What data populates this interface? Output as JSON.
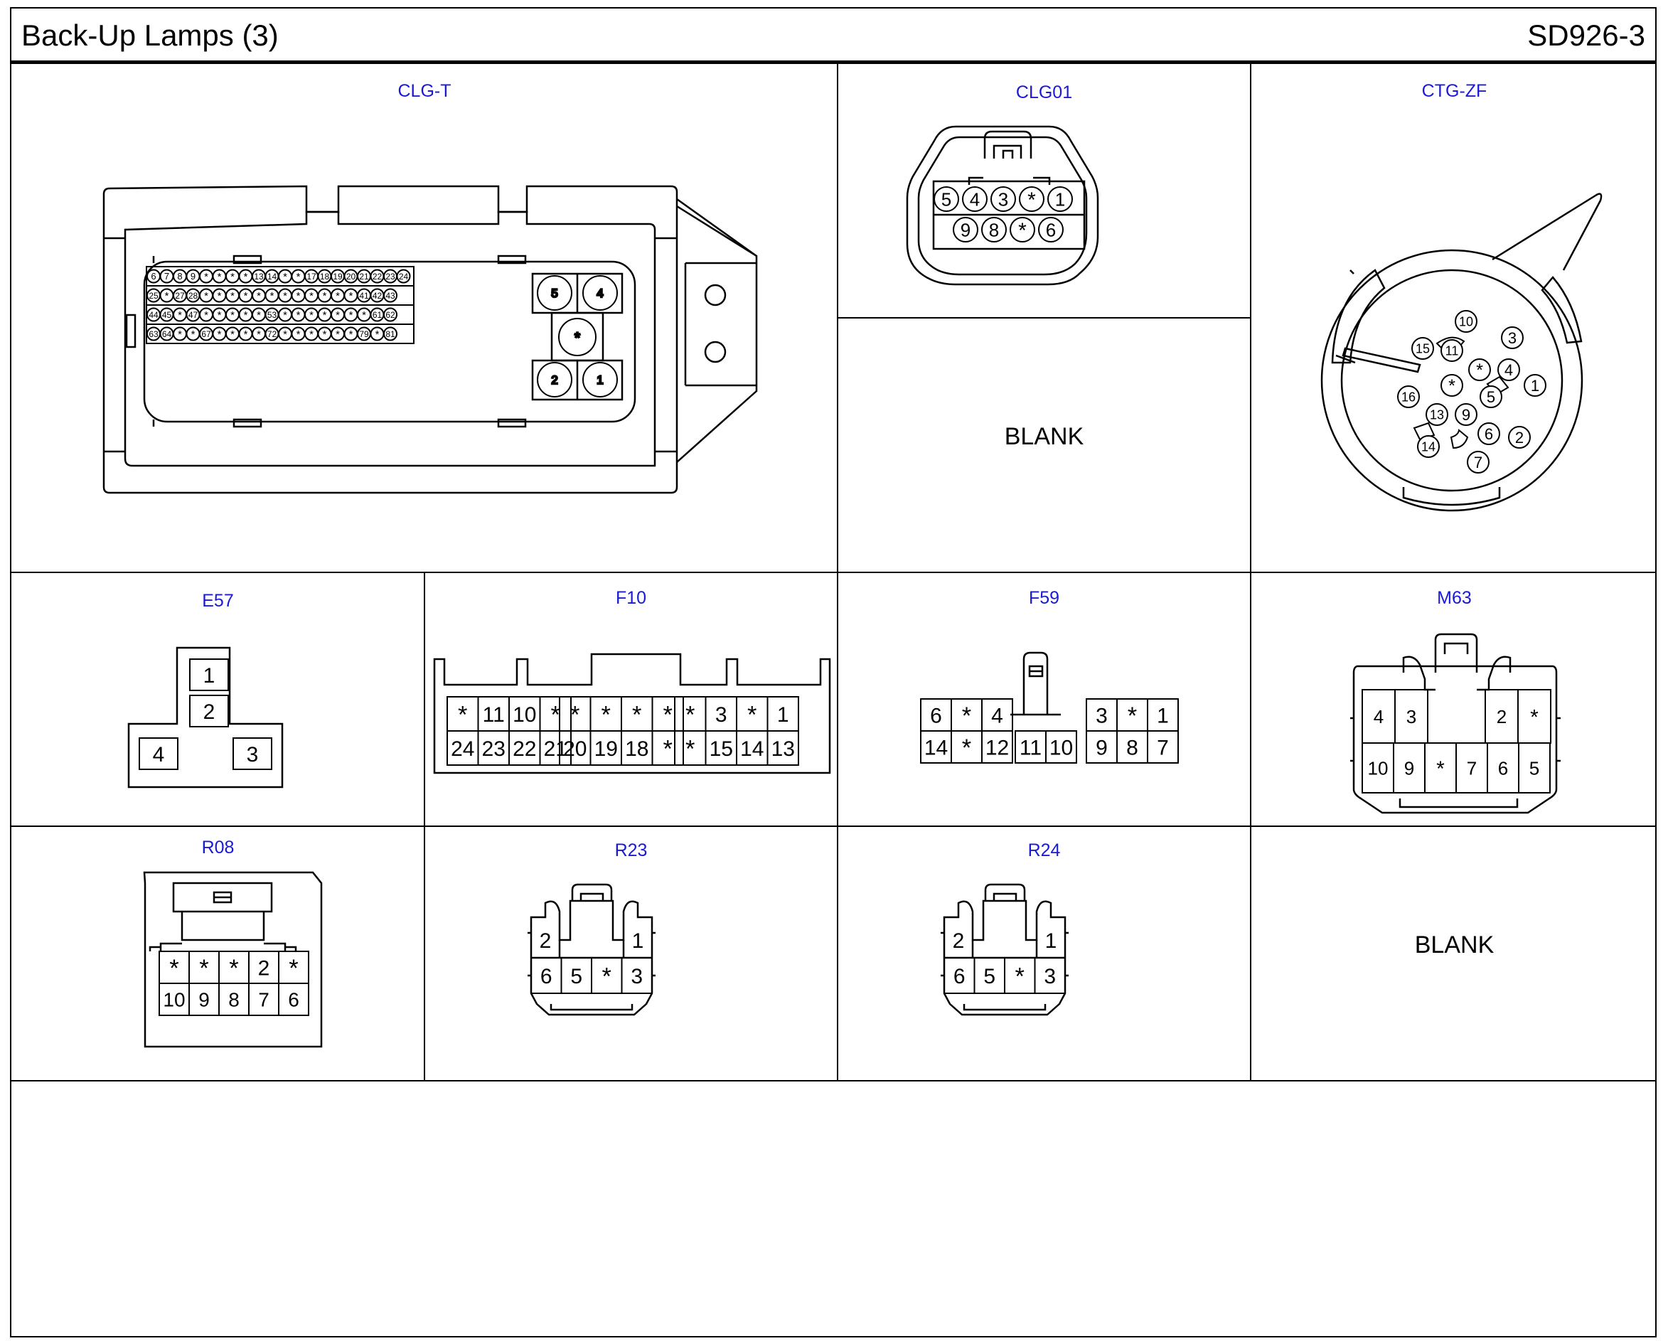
{
  "header": {
    "title": "Back-Up Lamps (3)",
    "code": "SD926-3"
  },
  "connectors": {
    "clgt": {
      "label": "CLG-T",
      "grid_rows": [
        [
          "6",
          "7",
          "8",
          "9",
          "*",
          "*",
          "*",
          "*",
          "13",
          "14",
          "*",
          "*",
          "17",
          "18",
          "19",
          "20",
          "21",
          "22",
          "23",
          "24"
        ],
        [
          "25",
          "*",
          "27",
          "28",
          "*",
          "*",
          "*",
          "*",
          "*",
          "*",
          "*",
          "*",
          "*",
          "*",
          "*",
          "*",
          "41",
          "42",
          "43",
          ""
        ],
        [
          "44",
          "45",
          "*",
          "47",
          "*",
          "*",
          "*",
          "*",
          "*",
          "53",
          "*",
          "*",
          "*",
          "*",
          "*",
          "*",
          "*",
          "61",
          "62",
          ""
        ],
        [
          "63",
          "64",
          "*",
          "*",
          "67",
          "*",
          "*",
          "*",
          "*",
          "72",
          "*",
          "*",
          "*",
          "*",
          "*",
          "*",
          "79",
          "*",
          "81",
          ""
        ]
      ],
      "big_pins": [
        "5",
        "4",
        "*",
        "2",
        "1"
      ]
    },
    "clg01": {
      "label": "CLG01",
      "row1": [
        "5",
        "4",
        "3",
        "*",
        "1"
      ],
      "row2": [
        "9",
        "8",
        "*",
        "6"
      ]
    },
    "ctgzf": {
      "label": "CTG-ZF",
      "pins": [
        "10",
        "3",
        "15",
        "11",
        "*",
        "4",
        "16",
        "*",
        "1",
        "5",
        "13",
        "9",
        "14",
        "6",
        "2",
        "7"
      ]
    },
    "blank1": {
      "text": "BLANK"
    },
    "e57": {
      "label": "E57",
      "pins": [
        "1",
        "2",
        "4",
        "3"
      ]
    },
    "f10": {
      "label": "F10",
      "row1": [
        "*",
        "11",
        "10",
        "*",
        "*",
        "*",
        "*",
        "*",
        "*",
        "3",
        "*",
        "1"
      ],
      "row2": [
        "24",
        "23",
        "22",
        "21",
        "20",
        "19",
        "18",
        "*",
        "*",
        "15",
        "14",
        "13"
      ]
    },
    "f59": {
      "label": "F59",
      "left_top": [
        "6",
        "*",
        "4"
      ],
      "left_bot": [
        "14",
        "*",
        "12"
      ],
      "mid_bot": [
        "11",
        "10"
      ],
      "right_top": [
        "3",
        "*",
        "1"
      ],
      "right_bot": [
        "9",
        "8",
        "7"
      ]
    },
    "m63": {
      "label": "M63",
      "left_top": [
        "4",
        "3"
      ],
      "right_top": [
        "2",
        "*"
      ],
      "bot": [
        "10",
        "9",
        "*",
        "7",
        "6",
        "5"
      ]
    },
    "r08": {
      "label": "R08",
      "row1": [
        "*",
        "*",
        "*",
        "2",
        "*"
      ],
      "row2": [
        "10",
        "9",
        "8",
        "7",
        "6"
      ]
    },
    "r23": {
      "label": "R23",
      "top": [
        "2",
        "1"
      ],
      "bot": [
        "6",
        "5",
        "*",
        "3"
      ]
    },
    "r24": {
      "label": "R24",
      "top": [
        "2",
        "1"
      ],
      "bot": [
        "6",
        "5",
        "*",
        "3"
      ]
    },
    "blank2": {
      "text": "BLANK"
    }
  },
  "colors": {
    "label": "#1a1ad6",
    "line": "#000000"
  }
}
